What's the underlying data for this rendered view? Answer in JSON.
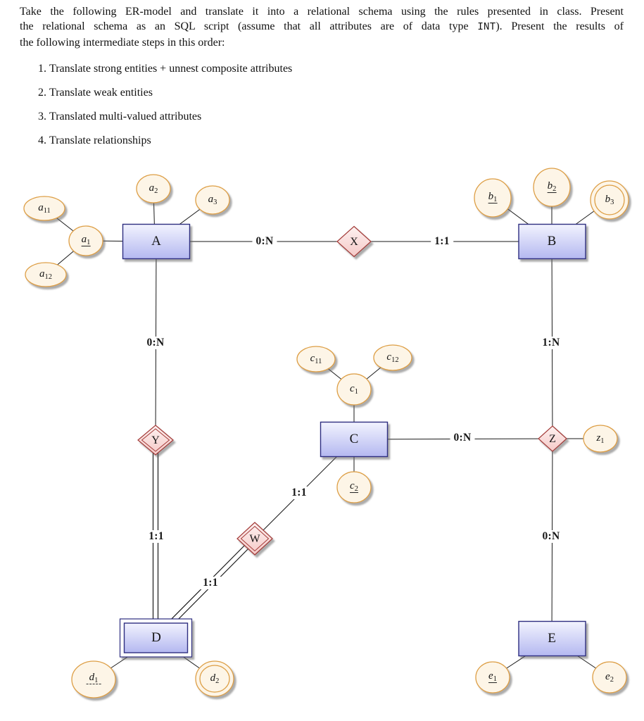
{
  "intro": {
    "line1": "Take the following ER-model and translate it into a relational schema using the rules presented in class. Present",
    "line2_before_code": "the relational schema as an SQL script (assume that all attributes are of data type ",
    "line2_code": "INT",
    "line2_after_code": "). Present the results of",
    "line3": "the following intermediate steps in this order:"
  },
  "steps": [
    "Translate strong entities + unnest composite attributes",
    "Translate weak entities",
    "Translated multi-valued attributes",
    "Translate relationships"
  ],
  "diagram": {
    "entities": {
      "a": {
        "label": "A",
        "type": "strong"
      },
      "b": {
        "label": "B",
        "type": "strong"
      },
      "c": {
        "label": "C",
        "type": "strong"
      },
      "d": {
        "label": "D",
        "type": "weak"
      },
      "e": {
        "label": "E",
        "type": "strong"
      }
    },
    "relationships": {
      "x": {
        "label": "X",
        "identifying": false
      },
      "y": {
        "label": "Y",
        "identifying": true
      },
      "w": {
        "label": "W",
        "identifying": true
      },
      "z": {
        "label": "Z",
        "identifying": false
      }
    },
    "attributes": {
      "a1": {
        "main": "a",
        "sub": "1",
        "key": true,
        "composite_of": [
          "a11",
          "a12"
        ]
      },
      "a11": {
        "main": "a",
        "sub": "11"
      },
      "a12": {
        "main": "a",
        "sub": "12"
      },
      "a2": {
        "main": "a",
        "sub": "2"
      },
      "a3": {
        "main": "a",
        "sub": "3"
      },
      "b1": {
        "main": "b",
        "sub": "1",
        "key": true
      },
      "b2": {
        "main": "b",
        "sub": "2",
        "key": true
      },
      "b3": {
        "main": "b",
        "sub": "3",
        "multivalued": true
      },
      "c1": {
        "main": "c",
        "sub": "1",
        "composite_of": [
          "c11",
          "c12"
        ]
      },
      "c11": {
        "main": "c",
        "sub": "11"
      },
      "c12": {
        "main": "c",
        "sub": "12"
      },
      "c2": {
        "main": "c",
        "sub": "2",
        "key": true
      },
      "d1": {
        "main": "d",
        "sub": "1",
        "partial_key": true
      },
      "d2": {
        "main": "d",
        "sub": "2",
        "multivalued": true
      },
      "e1": {
        "main": "e",
        "sub": "1",
        "key": true
      },
      "e2": {
        "main": "e",
        "sub": "2"
      },
      "z1": {
        "main": "z",
        "sub": "1"
      }
    },
    "cardinalities": {
      "a_x": "0:N",
      "x_b": "1:1",
      "a_y": "0:N",
      "b_z": "1:N",
      "z_c": "0:N",
      "z_e": "0:N",
      "c_w": "1:1",
      "y_d": "1:1",
      "w_d": "1:1"
    },
    "edges": [
      {
        "from": "A",
        "to": "X",
        "cardinality": "0:N",
        "line": "single"
      },
      {
        "from": "X",
        "to": "B",
        "cardinality": "1:1",
        "line": "single"
      },
      {
        "from": "A",
        "to": "Y",
        "cardinality": "0:N",
        "line": "single"
      },
      {
        "from": "B",
        "to": "Z",
        "cardinality": "1:N",
        "line": "single"
      },
      {
        "from": "Z",
        "to": "C",
        "cardinality": "0:N",
        "line": "single"
      },
      {
        "from": "Z",
        "to": "E",
        "cardinality": "0:N",
        "line": "single"
      },
      {
        "from": "C",
        "to": "W",
        "cardinality": "1:1",
        "line": "single"
      },
      {
        "from": "Y",
        "to": "D",
        "cardinality": "1:1",
        "line": "double"
      },
      {
        "from": "W",
        "to": "D",
        "cardinality": "1:1",
        "line": "double"
      }
    ]
  },
  "colors": {
    "entity_fill_top": "#f2f3fe",
    "entity_fill_bottom": "#b4b8f0",
    "entity_border": "#2e2e80",
    "attribute_fill": "#fdf5e7",
    "attribute_border": "#dd9e44",
    "relationship_fill_top": "#fdf1f0",
    "relationship_fill_bottom": "#f5c9c7",
    "relationship_border": "#a33a38",
    "edge": "#1a1a1a"
  }
}
